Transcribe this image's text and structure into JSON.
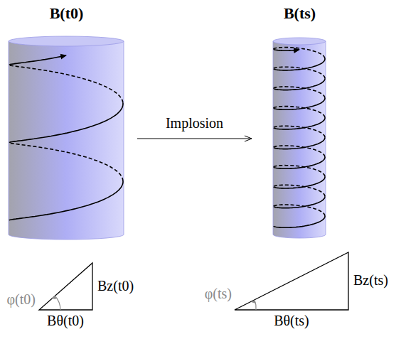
{
  "diagram": {
    "nodes": [
      {
        "text": [
          "B(t0)"
        ]
      },
      {
        "text": [
          "B(ts)"
        ]
      }
    ],
    "edges": [
      {
        "from": 0,
        "to": 1,
        "arrow": "to",
        "label": "Implosion"
      }
    ],
    "labels": [
      "φ(t0)",
      "Bz(t0)",
      "Bθ(t0)",
      "φ(ts)",
      "Bz(ts)",
      "Bθ(ts)"
    ]
  }
}
